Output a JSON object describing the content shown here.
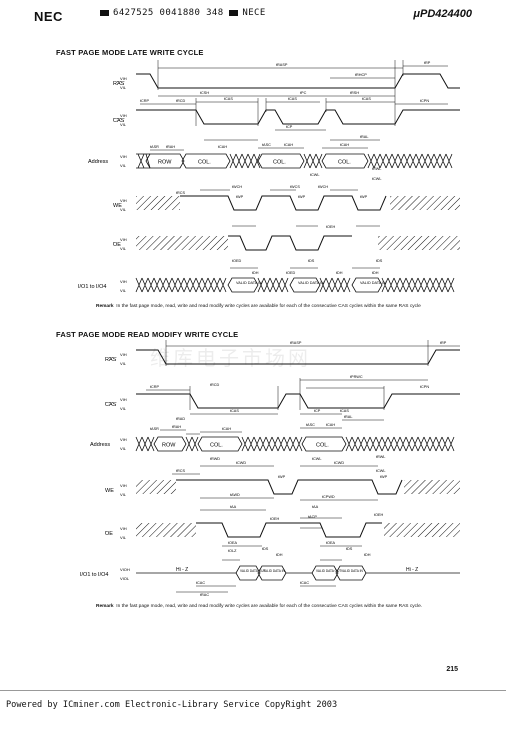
{
  "header": {
    "logo": "NEC",
    "code_left": "6427525 0041880 348",
    "code_right": "NECE",
    "part_number": "μPD424400"
  },
  "diagram1": {
    "title": "FAST PAGE MODE LATE WRITE CYCLE",
    "remark_label": "Remark",
    "remark_text": "In the fast page mode, read, write and read modify write cycles are available for each of the consecutive CAS cycles within the same RAS cycle"
  },
  "diagram2": {
    "title": "FAST PAGE MODE READ MODIFY WRITE CYCLE",
    "remark_label": "Remark",
    "remark_text": "In the fast page mode, read, write and read modify write cycles are available for each of the consecutive CAS cycles within the same RAS cycle."
  },
  "signals": {
    "ras": "RAS",
    "cas": "CAS",
    "address": "Address",
    "we": "WE",
    "oe": "OE",
    "io": "I/O1 to I/O4",
    "vih": "VIH",
    "vil": "VIL",
    "vioh": "VIOH",
    "viol": "VIOL"
  },
  "address_labels": {
    "row": "ROW",
    "col": "COL."
  },
  "data_labels": {
    "valid_in": "VALID DATA IN",
    "valid_out": "VALID DATA OUT",
    "hi_z": "Hi - Z"
  },
  "watermark": "维库电子市场网",
  "page_number": "215",
  "footer": "Powered by ICminer.com Electronic-Library Service CopyRight 2003"
}
